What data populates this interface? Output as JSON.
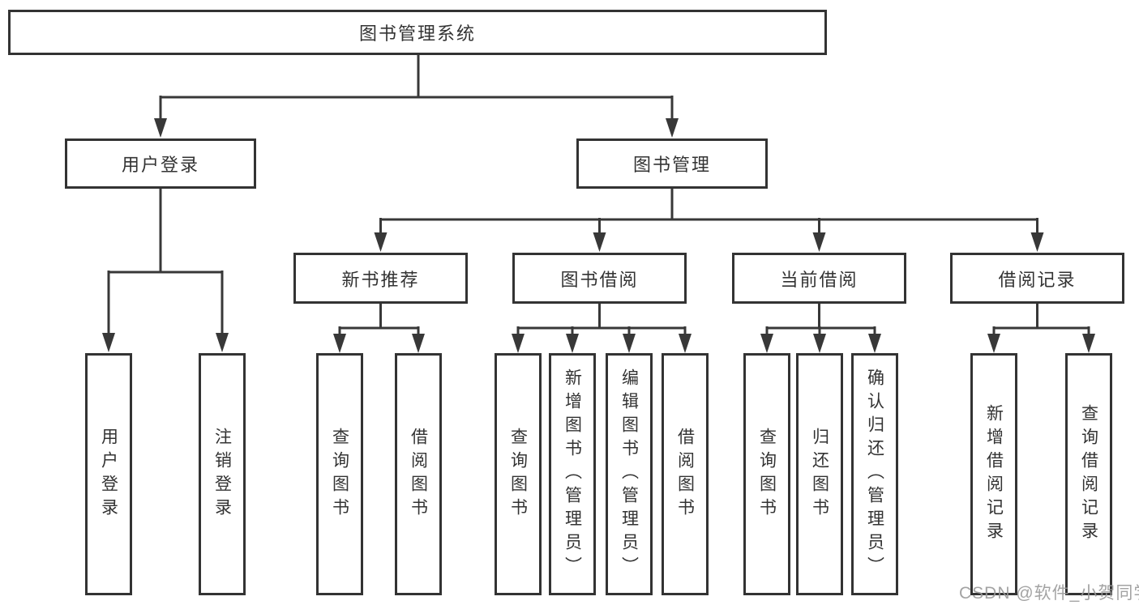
{
  "diagram": {
    "root": {
      "label": "图书管理系统"
    },
    "level2": [
      {
        "label": "用户登录",
        "children": [
          {
            "label": "用户登录"
          },
          {
            "label": "注销登录"
          }
        ]
      },
      {
        "label": "图书管理",
        "children": [
          {
            "label": "新书推荐",
            "children": [
              {
                "label": "查询图书"
              },
              {
                "label": "借阅图书"
              }
            ]
          },
          {
            "label": "图书借阅",
            "children": [
              {
                "label": "查询图书"
              },
              {
                "label": "新增图书（管理员）"
              },
              {
                "label": "编辑图书（管理员）"
              },
              {
                "label": "借阅图书"
              }
            ]
          },
          {
            "label": "当前借阅",
            "children": [
              {
                "label": "查询图书"
              },
              {
                "label": "归还图书"
              },
              {
                "label": "确认归还（管理员）"
              }
            ]
          },
          {
            "label": "借阅记录",
            "children": [
              {
                "label": "新增借阅记录"
              },
              {
                "label": "查询借阅记录"
              }
            ]
          }
        ]
      }
    ]
  },
  "watermark": {
    "text": "CSDN @软件_小贺同学",
    "color": "#9a9a9a"
  },
  "colors": {
    "line": "#383838",
    "box_border": "#333333",
    "text": "#333333",
    "background": "#ffffff"
  }
}
